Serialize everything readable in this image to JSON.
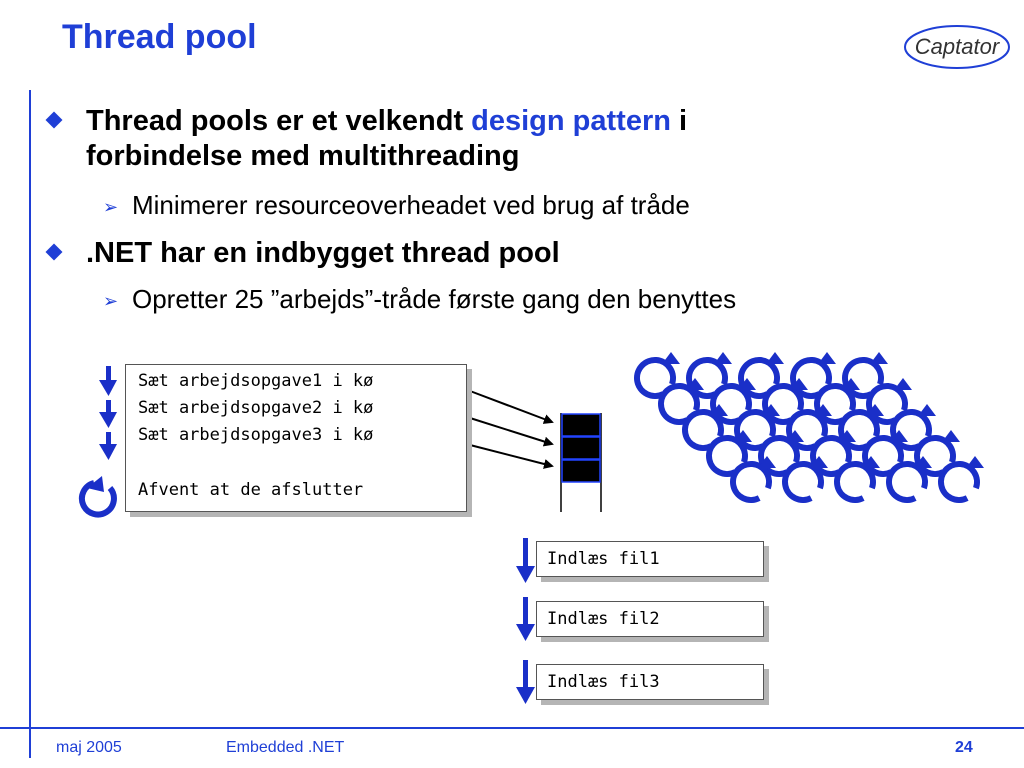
{
  "slide": {
    "title": "Thread pool",
    "logo_text": "Captator"
  },
  "bullets": [
    {
      "line1_before": "Thread pools er et velkendt ",
      "line1_accent": "design pattern",
      "line1_after": " i",
      "line2": "forbindelse med multithreading",
      "sub": "Minimerer resourceoverheadet ved brug af tråde"
    },
    {
      "text": ".NET har en indbygget thread pool",
      "sub": "Opretter 25 ”arbejds”-tråde første gang den benyttes"
    }
  ],
  "diagram": {
    "main_code_lines": [
      "Sæt arbejdsopgave1 i kø",
      "Sæt arbejdsopgave2 i kø",
      "Sæt arbejdsopgave3 i kø",
      "Afvent at de afslutter"
    ],
    "file_tasks": [
      "Indlæs fil1",
      "Indlæs fil2",
      "Indlæs fil3"
    ],
    "queue_slots": 3,
    "worker_threads": 25
  },
  "footer": {
    "date": "maj 2005",
    "title": "Embedded .NET",
    "page": "24"
  },
  "colors": {
    "accent": "#1f3fd6",
    "icon": "#1a2fc8",
    "shadow": "#b5b5b5"
  }
}
